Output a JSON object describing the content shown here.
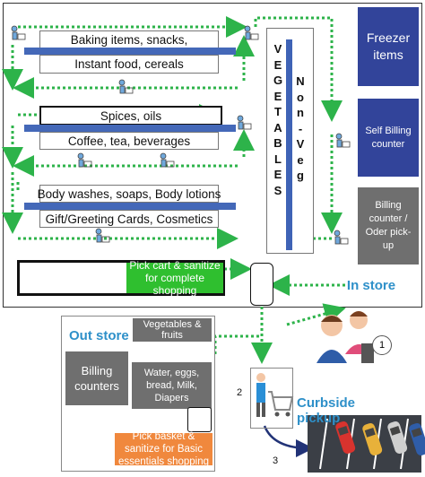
{
  "store": {
    "aisle_top": {
      "line1": "Baking items, snacks,",
      "line2": "Instant food, cereals"
    },
    "aisle_middle": {
      "line1": "Spices, oils",
      "line2": "Coffee, tea, beverages"
    },
    "aisle_bottom": {
      "line1": "Body washes, soaps, Body lotions",
      "line2": "Gift/Greeting Cards, Cosmetics"
    },
    "vegetables_letters": [
      "V",
      "E",
      "G",
      "E",
      "T",
      "A",
      "B",
      "L",
      "E",
      "S"
    ],
    "nonveg_letters": [
      "N",
      "o",
      "n",
      "-",
      "V",
      "e",
      "g"
    ],
    "freezer": "Freezer items",
    "self_billing": "Self Billing counter",
    "billing_pickup": "Billing counter / Oder pick-up",
    "in_store": "In store",
    "pick_cart": "Pick cart & sanitize for complete shopping"
  },
  "outstore": {
    "title": "Out store",
    "vegetables_fruits": "Vegetables & fruits",
    "billing_counters": "Billing counters",
    "essentials": "Water, eggs, bread, Milk, Diapers",
    "pick_basket": "Pick basket & sanitize for Basic essentials shopping"
  },
  "curbside": {
    "title": "Curbside pickup",
    "step1": "1",
    "step2": "2",
    "step3": "3"
  },
  "colors": {
    "path_green": "#2db34a",
    "shelf_blue": "#4468b8",
    "navy_box": "#32449a",
    "grey_box": "#6f6f6f",
    "label_green": "#2fbf2f",
    "label_orange": "#f0883d",
    "title_blue": "#2e90c9"
  }
}
